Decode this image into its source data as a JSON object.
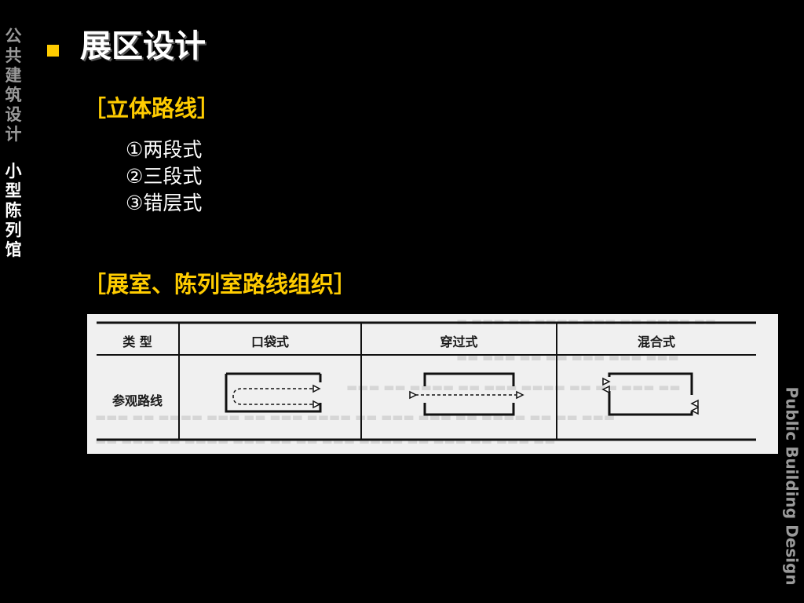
{
  "sidebar_left": {
    "course": [
      "公",
      "共",
      "建",
      "筑",
      "设",
      "计"
    ],
    "topic": [
      "小",
      "型",
      "陈",
      "列",
      "馆"
    ]
  },
  "sidebar_right": {
    "text": "Public Building Design"
  },
  "slide": {
    "title": "展区设计",
    "section1": "［立体路线］",
    "items": [
      "①两段式",
      "②三段式",
      "③错层式"
    ],
    "section2": "［展室、陈列室路线组织］"
  },
  "table": {
    "headers": [
      "类 型",
      "口袋式",
      "穿过式",
      "混合式"
    ],
    "row_label": "参观路线"
  },
  "colors": {
    "accent": "#ffcc00",
    "background": "#000000",
    "text": "#ffffff",
    "muted": "#9a9a9a"
  }
}
